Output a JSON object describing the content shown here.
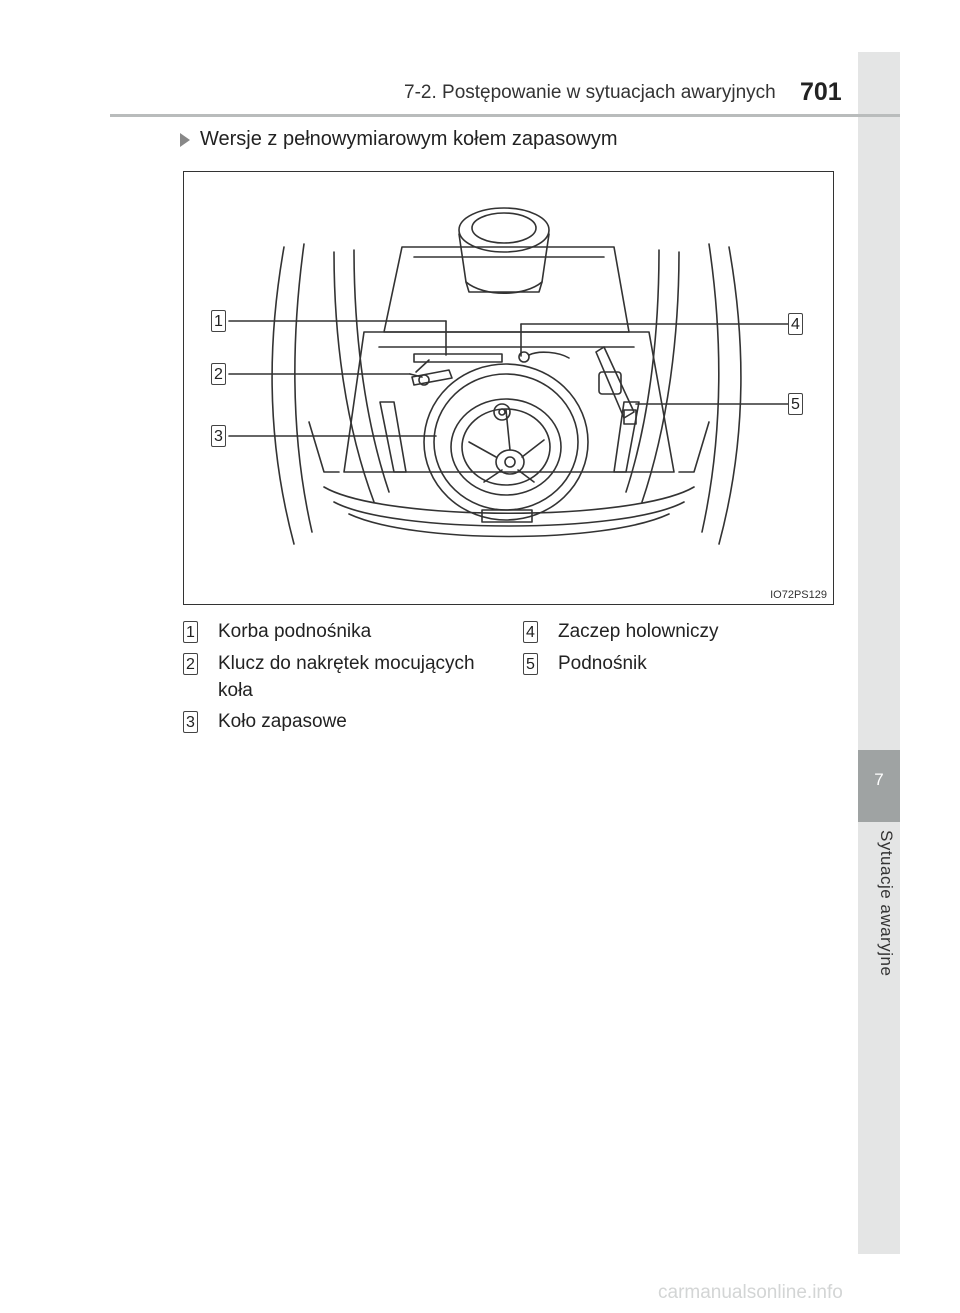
{
  "header": {
    "title": "7-2. Postępowanie w sytuacjach awaryjnych",
    "page_number": "701"
  },
  "sidebar": {
    "chapter_number": "7",
    "chapter_label": "Sytuacje awaryjne"
  },
  "section": {
    "heading": "Wersje z pełnowymiarowym kołem zapasowym"
  },
  "figure": {
    "code": "IO72PS129",
    "callouts": [
      "1",
      "2",
      "3",
      "4",
      "5"
    ]
  },
  "legend": [
    {
      "num": "1",
      "text": "Korba podnośnika"
    },
    {
      "num": "2",
      "text": "Klucz do nakrętek mocujących koła"
    },
    {
      "num": "3",
      "text": "Koło zapasowe"
    },
    {
      "num": "4",
      "text": "Zaczep holowniczy"
    },
    {
      "num": "5",
      "text": "Podnośnik"
    }
  ],
  "watermark": "carmanualsonline.info"
}
